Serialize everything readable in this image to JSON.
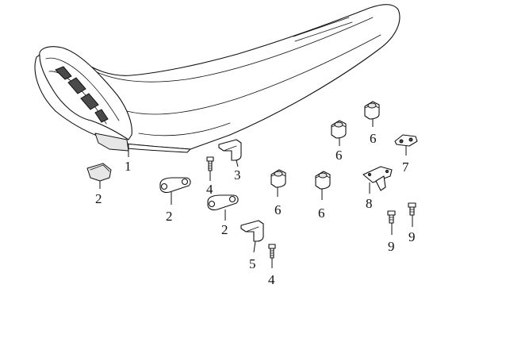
{
  "callouts": {
    "c1": "1",
    "c2a": "2",
    "c2b": "2",
    "c2c": "2",
    "c3": "3",
    "c4a": "4",
    "c4b": "4",
    "c5": "5",
    "c6a": "6",
    "c6b": "6",
    "c6c": "6",
    "c6d": "6",
    "c7": "7",
    "c8": "8",
    "c9a": "9",
    "c9b": "9"
  }
}
